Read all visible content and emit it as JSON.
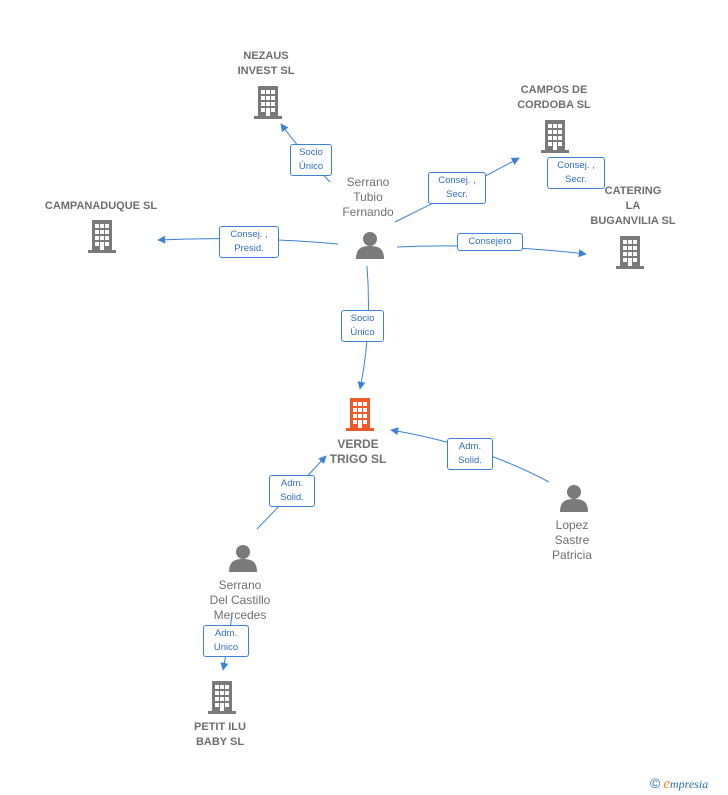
{
  "colors": {
    "edge": "#3b82d8",
    "company_icon": "#7a7a7a",
    "focus_icon": "#f05a28",
    "person_icon": "#7a7a7a"
  },
  "nodes": {
    "nezaus": {
      "lines": [
        "NEZAUS",
        "INVEST  SL"
      ],
      "icon": "building-icon"
    },
    "campos": {
      "lines": [
        "CAMPOS DE",
        "CORDOBA  SL"
      ],
      "icon": "building-icon"
    },
    "campanaduque": {
      "lines": [
        "CAMPANADUQUE SL"
      ],
      "icon": "building-icon"
    },
    "catering": {
      "lines": [
        "CATERING",
        "LA",
        "BUGANVILIA SL"
      ],
      "icon": "building-icon"
    },
    "verde": {
      "lines": [
        "VERDE",
        "TRIGO  SL"
      ],
      "icon": "building-icon"
    },
    "petit": {
      "lines": [
        "PETIT ILU",
        "BABY  SL"
      ],
      "icon": "building-icon"
    },
    "serrano_tubio": {
      "lines": [
        "Serrano",
        "Tubio",
        "Fernando"
      ],
      "icon": "person-icon"
    },
    "lopez": {
      "lines": [
        "Lopez",
        "Sastre",
        "Patricia"
      ],
      "icon": "person-icon"
    },
    "serrano_castillo": {
      "lines": [
        "Serrano",
        "Del Castillo",
        "Mercedes"
      ],
      "icon": "person-icon"
    }
  },
  "relations": {
    "r_nezaus": [
      "Socio",
      "Único"
    ],
    "r_campos_1": [
      "Consej. ,",
      "Secr."
    ],
    "r_campos_2": [
      "Consej. ,",
      "Secr."
    ],
    "r_campanaduque": [
      "Consej. ,",
      "Presid."
    ],
    "r_catering": [
      "Consejero"
    ],
    "r_verde_1": [
      "Socio",
      "Único"
    ],
    "r_verde_2": [
      "Adm.",
      "Solid."
    ],
    "r_verde_3": [
      "Adm.",
      "Solid."
    ],
    "r_petit": [
      "Adm.",
      "Unico"
    ]
  },
  "footer": {
    "copyright": "©",
    "brand_initial": "e",
    "brand_rest": "mpresia"
  }
}
